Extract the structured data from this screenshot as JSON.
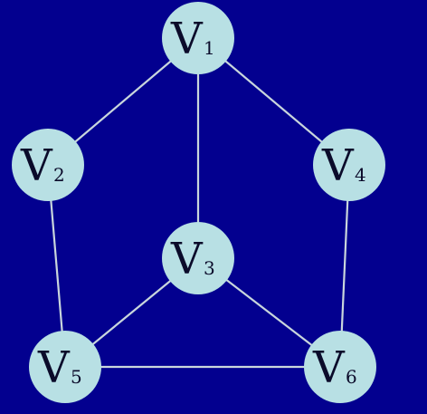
{
  "diagram": {
    "colors": {
      "background": "#03008f",
      "node_fill": "#b8e0e4",
      "edge": "#c9d6dc",
      "text": "#0b0b2a"
    },
    "nodes": [
      {
        "id": "v1",
        "letter": "V",
        "sub": "1"
      },
      {
        "id": "v2",
        "letter": "V",
        "sub": "2"
      },
      {
        "id": "v3",
        "letter": "V",
        "sub": "3"
      },
      {
        "id": "v4",
        "letter": "V",
        "sub": "4"
      },
      {
        "id": "v5",
        "letter": "V",
        "sub": "5"
      },
      {
        "id": "v6",
        "letter": "V",
        "sub": "6"
      }
    ],
    "edges": [
      {
        "from": "v1",
        "to": "v2"
      },
      {
        "from": "v1",
        "to": "v3"
      },
      {
        "from": "v1",
        "to": "v4"
      },
      {
        "from": "v2",
        "to": "v5"
      },
      {
        "from": "v4",
        "to": "v6"
      },
      {
        "from": "v3",
        "to": "v5"
      },
      {
        "from": "v3",
        "to": "v6"
      },
      {
        "from": "v5",
        "to": "v6"
      }
    ]
  }
}
